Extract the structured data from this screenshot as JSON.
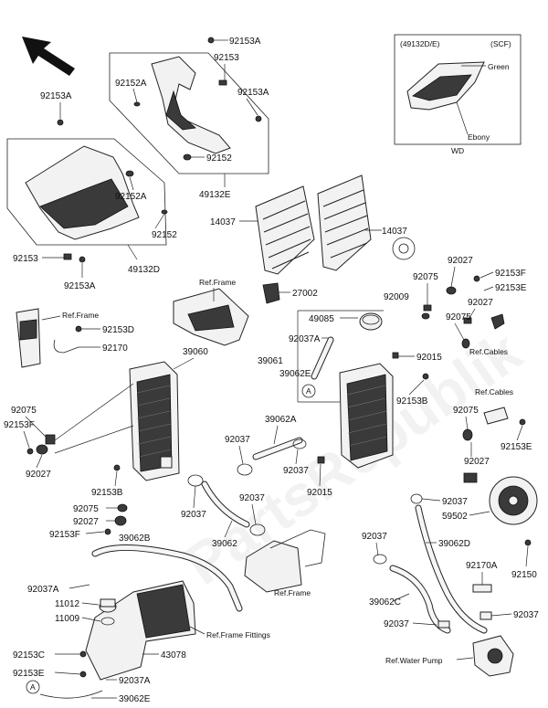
{
  "watermark": "PartsRepublik",
  "inset": {
    "header_left": "(49132D/E)",
    "header_right": "(SCF)",
    "color_green": "Green",
    "color_ebony": "Ebony",
    "footer": "WD"
  },
  "labels": {
    "l92153A_top": "92153A",
    "l92153_top": "92153",
    "l92152A_top": "92152A",
    "l92153A_mid": "92153A",
    "l92152_top": "92152",
    "l49132E": "49132E",
    "l92153A_left": "92153A",
    "l92152A_left": "92152A",
    "l92152_left": "92152",
    "l92153_left": "92153",
    "l92153A_left2": "92153A",
    "l49132D": "49132D",
    "l14037_left": "14037",
    "l14037_right": "14037",
    "l92027_r1": "92027",
    "l92153F_r": "92153F",
    "l92075_r1": "92075",
    "l92153E_r1": "92153E",
    "l92009": "92009",
    "l92027_r2": "92027",
    "l27002": "27002",
    "l49085": "49085",
    "l92075_r2": "92075",
    "l92037A_c": "92037A",
    "ref_cables_1": "Ref.Cables",
    "l39061": "39061",
    "l92015_r": "92015",
    "l39062E_c": "39062E",
    "l92153B_r": "92153B",
    "ref_frame_top": "Ref.Frame",
    "ref_frame_left": "Ref.Frame",
    "l92153D": "92153D",
    "l92170": "92170",
    "l39060": "39060",
    "ref_cables_2": "Ref.Cables",
    "l92075_r3": "92075",
    "l92075_l": "92075",
    "l92153F_l": "92153F",
    "l39062A": "39062A",
    "l92027_l": "92027",
    "l92037_c1": "92037",
    "l92037_c2": "92037",
    "l92027_r3": "92027",
    "l92153E_r2": "92153E",
    "l92153B_l": "92153B",
    "l92015_c": "92015",
    "l92037_c3": "92037",
    "l92037_r1": "92037",
    "l92075_l2": "92075",
    "l59502": "59502",
    "l92027_l2": "92027",
    "l92153F_l2": "92153F",
    "l39062": "39062",
    "l39062B": "39062B",
    "l92037_r2": "92037",
    "l39062D": "39062D",
    "l92037A_l": "92037A",
    "l92170A": "92170A",
    "l11012": "11012",
    "l92150": "92150",
    "l11009": "11009",
    "ref_frame_mid": "Ref.Frame",
    "l39062C": "39062C",
    "ref_frame_fittings": "Ref.Frame Fittings",
    "l92037_r3": "92037",
    "l92153C": "92153C",
    "l43078": "43078",
    "l92153E_l": "92153E",
    "l92037_r4": "92037",
    "ref_water_pump": "Ref.Water Pump",
    "l92037A_b": "92037A",
    "l39062E_b": "39062E",
    "callout_a": "A",
    "callout_a2": "A"
  }
}
